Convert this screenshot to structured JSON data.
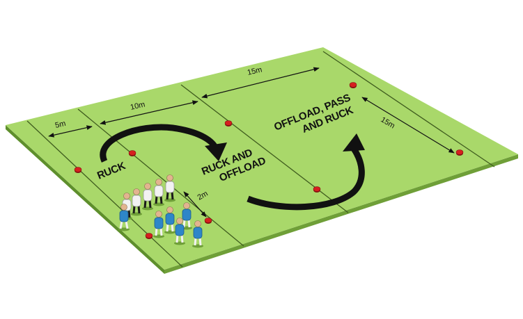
{
  "colors": {
    "pitch": "#a9d86a",
    "pitch_edge": "#8fc251",
    "pitch_side": "#5e8f2c",
    "lines": "#3f5c1e",
    "cone": "#d6201f",
    "arrow": "#111111",
    "attacker_shirt": "#2e86c8",
    "defender_shirt": "#f2f2f2"
  },
  "dimensions": {
    "d1": "5m",
    "d2": "10m",
    "d3": "15m",
    "d4": "15m",
    "d5": "2m"
  },
  "zones": {
    "ruck": [
      "RUCK"
    ],
    "ruck_offload": [
      "RUCK AND",
      "OFFLOAD"
    ],
    "offload_pass_ruck": [
      "OFFLOAD, PASS",
      "AND RUCK"
    ]
  },
  "players": {
    "defenders": 5,
    "attackers": 6
  },
  "cones": 8
}
